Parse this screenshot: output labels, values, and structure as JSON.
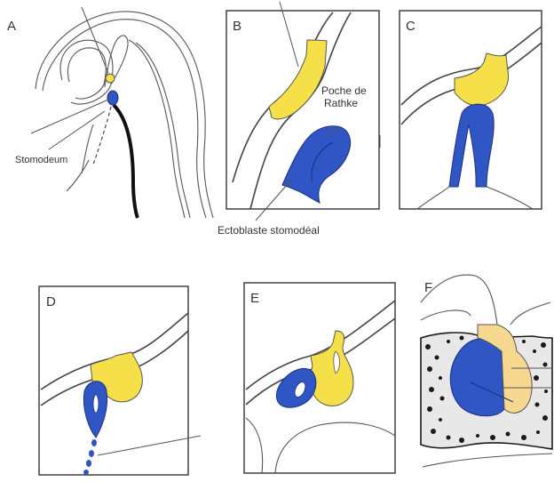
{
  "colors": {
    "ectoderm_pouch": "#2f56c4",
    "neural_ectoderm": "#f6e04a",
    "neural_ectoderm_light": "#f7d890",
    "outline": "#444444",
    "bone": "#1a1a1a"
  },
  "panels": {
    "a": {
      "letter": "A",
      "label_stomodeum": "Stomodeum"
    },
    "b": {
      "letter": "B",
      "label_pouch_line1": "Poche de",
      "label_pouch_line2": "Rathke"
    },
    "c": {
      "letter": "C"
    },
    "d": {
      "letter": "D"
    },
    "e": {
      "letter": "E"
    },
    "f": {
      "letter": "F"
    }
  },
  "bottom_label": "Ectoblaste stomodéal"
}
